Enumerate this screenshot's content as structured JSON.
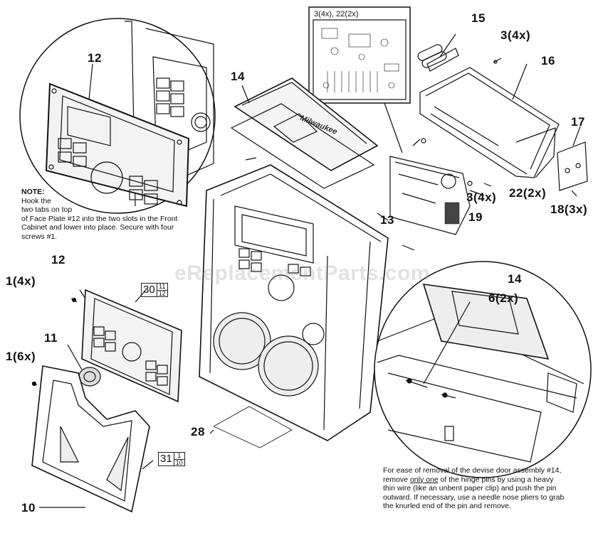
{
  "callouts": {
    "c12_top": "12",
    "c14_top": "14",
    "c15": "15",
    "c3_4x_top": "3(4x)",
    "c16": "16",
    "c17": "17",
    "c13": "13",
    "c3_4x_mid": "3(4x)",
    "c22_2x": "22(2x)",
    "c19": "19",
    "c18_3x": "18(3x)",
    "c12_left": "12",
    "c1_4x": "1(4x)",
    "c11": "11",
    "c1_6x": "1(6x)",
    "c14_right": "14",
    "c6_2x": "6(2x)",
    "c28": "28",
    "c10": "10"
  },
  "pcb_inset_label": "3(4x), 22(2x)",
  "refs": {
    "ref30": {
      "main": "30",
      "top": "11",
      "bottom": "12"
    },
    "ref31": {
      "main": "31",
      "top": "1",
      "bottom": "10"
    }
  },
  "note": {
    "heading": "NOTE:",
    "line1": "Hook the",
    "line2": "two tabs on top",
    "line3": "of Face Plate #12 into the two slots in the Front",
    "line4": "Cabinet and lower into place. Secure with four",
    "line5": "screws #1."
  },
  "instruction": {
    "part1": "For ease of removal of the devise door assembly #14,",
    "part2a": "remove ",
    "part2u": "only one",
    "part2b": " of the hinge pins by using a heavy",
    "part3": "thin wire (like an unbent paper clip) and push the pin",
    "part4": "outward. If necessary, use a needle nose pliers to grab",
    "part5": "the knurled end of the pin and remove."
  },
  "brand_text": "Milwaukee",
  "watermark": "eReplacementParts.com"
}
